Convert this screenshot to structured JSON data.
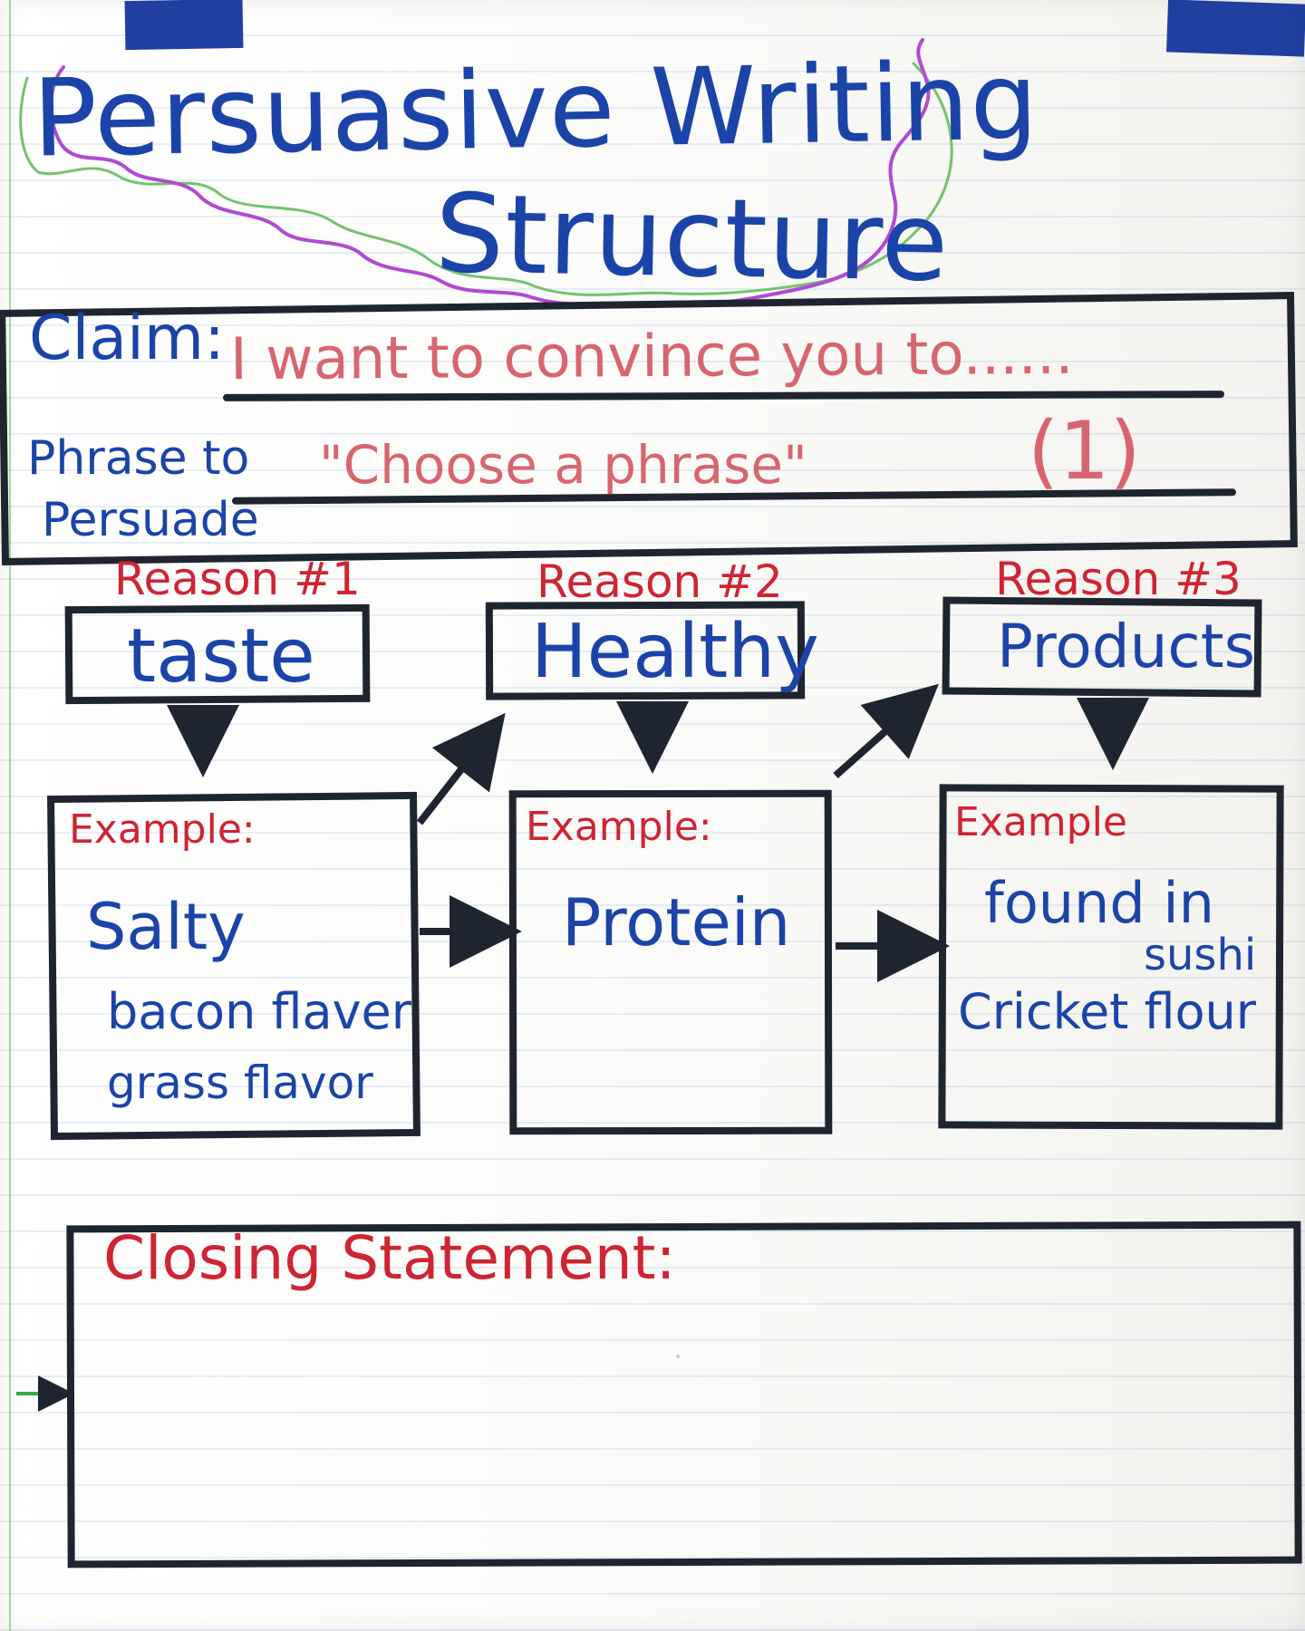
{
  "poster": {
    "title_line_1": "Persuasive Writing",
    "title_line_2": "Structure",
    "claim_label": "Claim:",
    "claim_text": "I want to convince you to......",
    "phrase_label_line_1": "Phrase to",
    "phrase_label_line_2": "Persuade",
    "phrase_text": "\"Choose a phrase\"",
    "phrase_number": "(1)",
    "closing_label": "Closing Statement:"
  },
  "reasons": [
    {
      "label": "Reason #1",
      "value": "taste",
      "example_label": "Example:",
      "examples": [
        "Salty",
        "bacon flaver",
        "grass flavor"
      ]
    },
    {
      "label": "Reason #2",
      "value": "Healthy",
      "example_label": "Example:",
      "examples": [
        "Protein"
      ]
    },
    {
      "label": "Reason #3",
      "value": "Products",
      "example_label": "Example",
      "examples": [
        "found in",
        "sushi",
        "Cricket flour"
      ]
    }
  ],
  "colors": {
    "blue_marker": "#1a44a8",
    "red_marker": "#cf2433",
    "pink_marker": "#d7656f",
    "black_marker": "#1f2530",
    "purple_outline": "#b14ad0",
    "green_outline": "#72c36d",
    "tape_blue": "#15359b"
  }
}
